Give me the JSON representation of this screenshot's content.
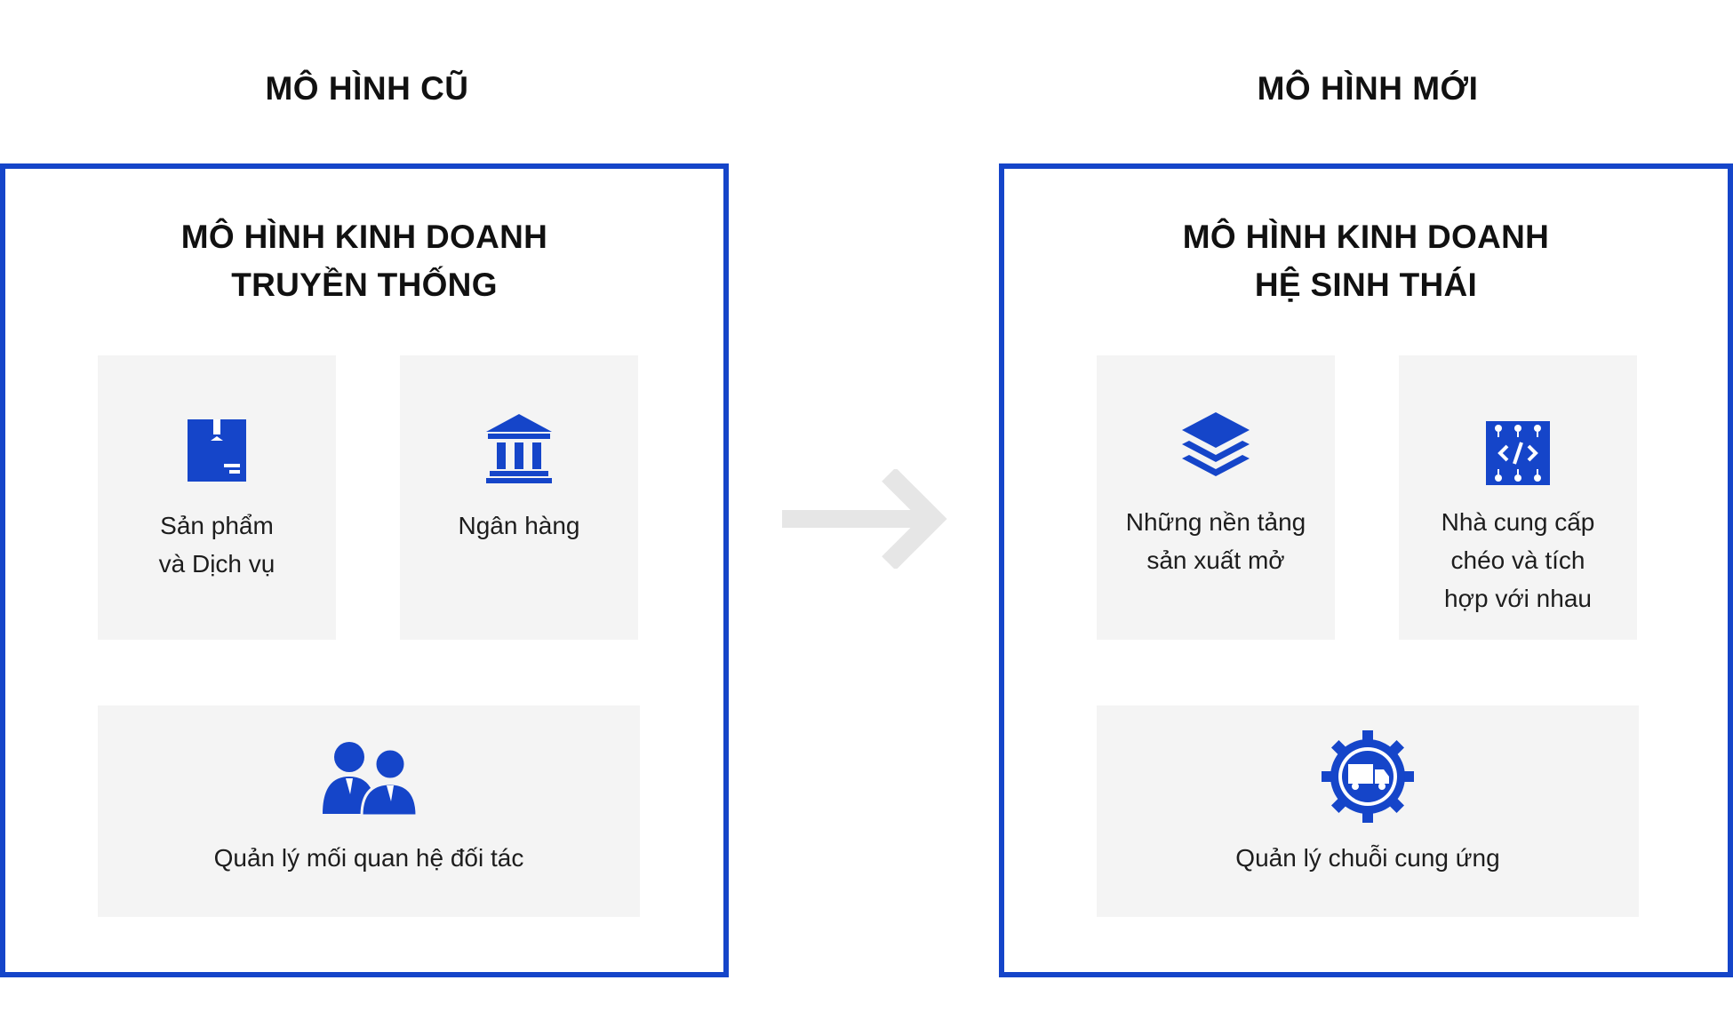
{
  "left": {
    "column_title": "MÔ HÌNH CŨ",
    "heading": [
      "MÔ HÌNH KINH DOANH",
      "TRUYỀN THỐNG"
    ],
    "cards": [
      {
        "icon": "package-icon",
        "label": [
          "Sản phẩm",
          "và Dịch vụ"
        ]
      },
      {
        "icon": "bank-icon",
        "label": [
          "Ngân hàng"
        ]
      },
      {
        "icon": "people-icon",
        "label": [
          "Quản lý mối quan hệ đối tác"
        ]
      }
    ]
  },
  "right": {
    "column_title": "MÔ HÌNH MỚI",
    "heading": [
      "MÔ HÌNH KINH DOANH",
      "HỆ SINH THÁI"
    ],
    "cards": [
      {
        "icon": "layers-icon",
        "label": [
          "Những nền tảng",
          "sản xuất mở"
        ]
      },
      {
        "icon": "code-chip-icon",
        "label": [
          "Nhà cung cấp",
          "chéo và tích",
          "hợp với nhau"
        ]
      },
      {
        "icon": "truck-gear-icon",
        "label": [
          "Quản lý chuỗi cung ứng"
        ]
      }
    ]
  },
  "colors": {
    "accent": "#1545c9",
    "card_bg": "#f4f4f4",
    "arrow": "#e6e6e6"
  }
}
